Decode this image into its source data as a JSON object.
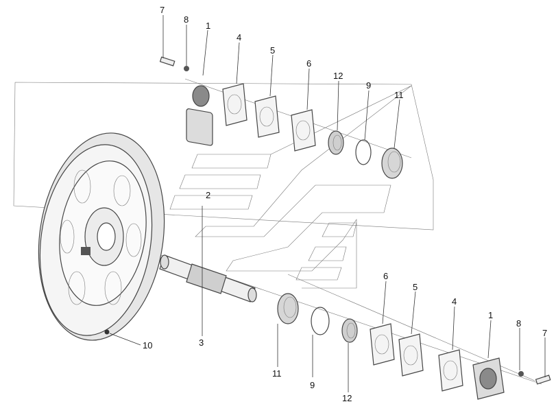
{
  "diagram": {
    "parts": {
      "top": [
        "7",
        "8",
        "1",
        "4",
        "5",
        "6",
        "12",
        "9",
        "11"
      ],
      "center": [
        "2",
        "3",
        "10"
      ],
      "bottom": [
        "6",
        "5",
        "4",
        "1",
        "8",
        "7",
        "11",
        "9",
        "12"
      ]
    }
  },
  "colors": {
    "line": "#333333",
    "fill_light": "#f2f2f2",
    "fill_mid": "#d9d9d9",
    "fill_dark": "#6f6f6f"
  }
}
